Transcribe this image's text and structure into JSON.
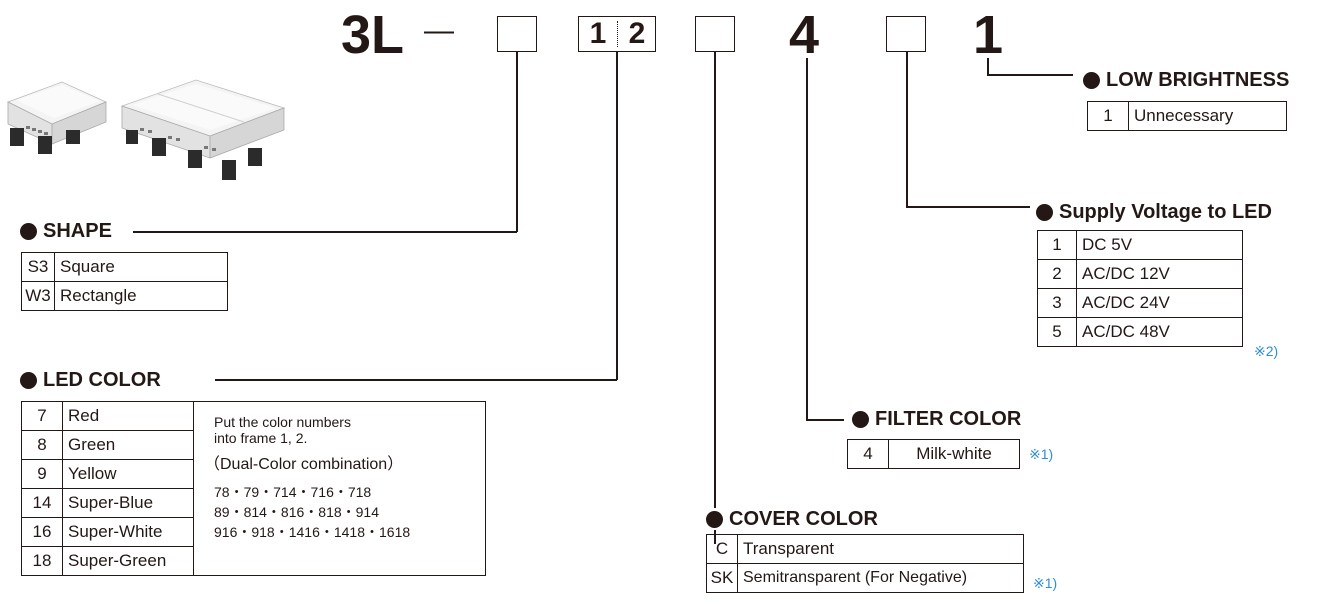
{
  "code": {
    "prefix": "3L",
    "dash": "—",
    "frame1": "1",
    "frame2": "2",
    "filter_digit": "4",
    "last_digit": "1"
  },
  "low_brightness": {
    "title": "LOW BRIGHTNESS",
    "rows": [
      {
        "code": "1",
        "label": "Unnecessary"
      }
    ]
  },
  "supply_voltage": {
    "title": "Supply Voltage to LED",
    "note": "※2)",
    "rows": [
      {
        "code": "1",
        "label": "DC  5V"
      },
      {
        "code": "2",
        "label": "AC/DC 12V"
      },
      {
        "code": "3",
        "label": "AC/DC 24V"
      },
      {
        "code": "5",
        "label": "AC/DC 48V"
      }
    ]
  },
  "shape": {
    "title": "SHAPE",
    "rows": [
      {
        "code": "S3",
        "label": "Square"
      },
      {
        "code": "W3",
        "label": "Rectangle"
      }
    ]
  },
  "led_color": {
    "title": "LED COLOR",
    "rows": [
      {
        "code": "7",
        "label": "Red"
      },
      {
        "code": "8",
        "label": "Green"
      },
      {
        "code": "9",
        "label": "Yellow"
      },
      {
        "code": "14",
        "label": "Super-Blue"
      },
      {
        "code": "16",
        "label": "Super-White"
      },
      {
        "code": "18",
        "label": "Super-Green"
      }
    ],
    "instruction_1": "Put the color numbers",
    "instruction_2": " into frame 1, 2.",
    "combination_label": "（Dual-Color combination）",
    "combo_line_1": "78・79・714・716・718",
    "combo_line_2": "89・814・816・818・914",
    "combo_line_3": "916・918・1416・1418・1618"
  },
  "filter_color": {
    "title": "FILTER COLOR",
    "note": "※1)",
    "rows": [
      {
        "code": "4",
        "label": "Milk-white"
      }
    ]
  },
  "cover_color": {
    "title": "COVER COLOR",
    "note": "※1)",
    "rows": [
      {
        "code": "C",
        "label": "Transparent"
      },
      {
        "code": "SK",
        "label": "Semitransparent (For Negative)"
      }
    ]
  },
  "colors": {
    "line": "#231815",
    "note": "#2e8ed6",
    "product_body": "#ececec",
    "product_base": "#2b2b2b"
  }
}
